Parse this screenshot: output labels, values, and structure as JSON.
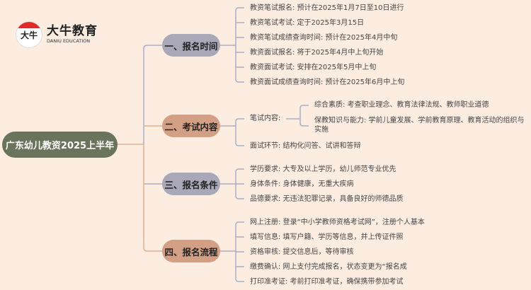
{
  "logo": {
    "mark": "大牛",
    "name_cn": "大牛教育",
    "name_en": "DANIU EDUCATION"
  },
  "root": "广东幼儿教资2025上半年",
  "colors": {
    "background": "#fdede1",
    "root": "#6a735c",
    "node_gray": "#a9a8b9",
    "node_tan": "#d3a086",
    "line_gray": "#a9aec6",
    "line_tan": "#e0b190"
  },
  "branches": [
    {
      "label": "一、报名时间",
      "items": [
        "教资笔试报名: 预计在2025年1月7日至10日进行",
        "教资笔试考试: 定于2025年3月15日",
        "教资笔试成绩查询时间: 预计在2025年4月中旬",
        "教资面试报名: 将于2025年4月中上旬开始",
        "教资面试考试: 安排在2025年5月中上旬",
        "教资面试成绩查询时间: 预计在2025年6月中上旬"
      ]
    },
    {
      "label": "二、考试内容",
      "items": [
        "笔试内容:",
        "面试环节: 结构化问答、试讲和答辩"
      ],
      "subitems": [
        "综合素质: 考查职业理念、教育法律法规、教师职业道德",
        "保教知识与能力: 学前儿童发展、学前教育原理、教育活动的组织与实施"
      ]
    },
    {
      "label": "三、报名条件",
      "items": [
        "学历要求: 大专及以上学历，幼儿师范专业优先",
        "身体条件: 身体健康，无重大疾病",
        "品德要求: 无违法犯罪记录，具备良好的师德品质"
      ]
    },
    {
      "label": "四、报名流程",
      "items": [
        "网上注册: 登录“中小学教师资格考试网”，注册个人基本",
        "填写信息: 填写户籍、学历等信息，并上传证件照",
        "资格审核: 提交信息后，等待审核",
        "缴费确认: 网上支付完成报名，状态变更为“报名成",
        "打印准考证: 考前打印准考证，确保携带参加考试"
      ]
    }
  ]
}
